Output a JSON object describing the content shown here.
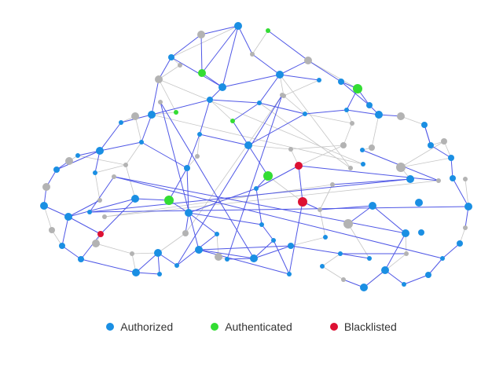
{
  "legend": [
    {
      "label": "Authorized",
      "color": "#1a8fe3"
    },
    {
      "label": "Authenticated",
      "color": "#33dd33"
    },
    {
      "label": "Blacklisted",
      "color": "#dd1133"
    }
  ],
  "colors": {
    "authorized": "#1a8fe3",
    "authenticated": "#33dd33",
    "blacklisted": "#dd1133",
    "inactive": "#b3b3b3",
    "link_primary": "#4f57e6",
    "link_secondary": "#c6c6c6"
  }
}
